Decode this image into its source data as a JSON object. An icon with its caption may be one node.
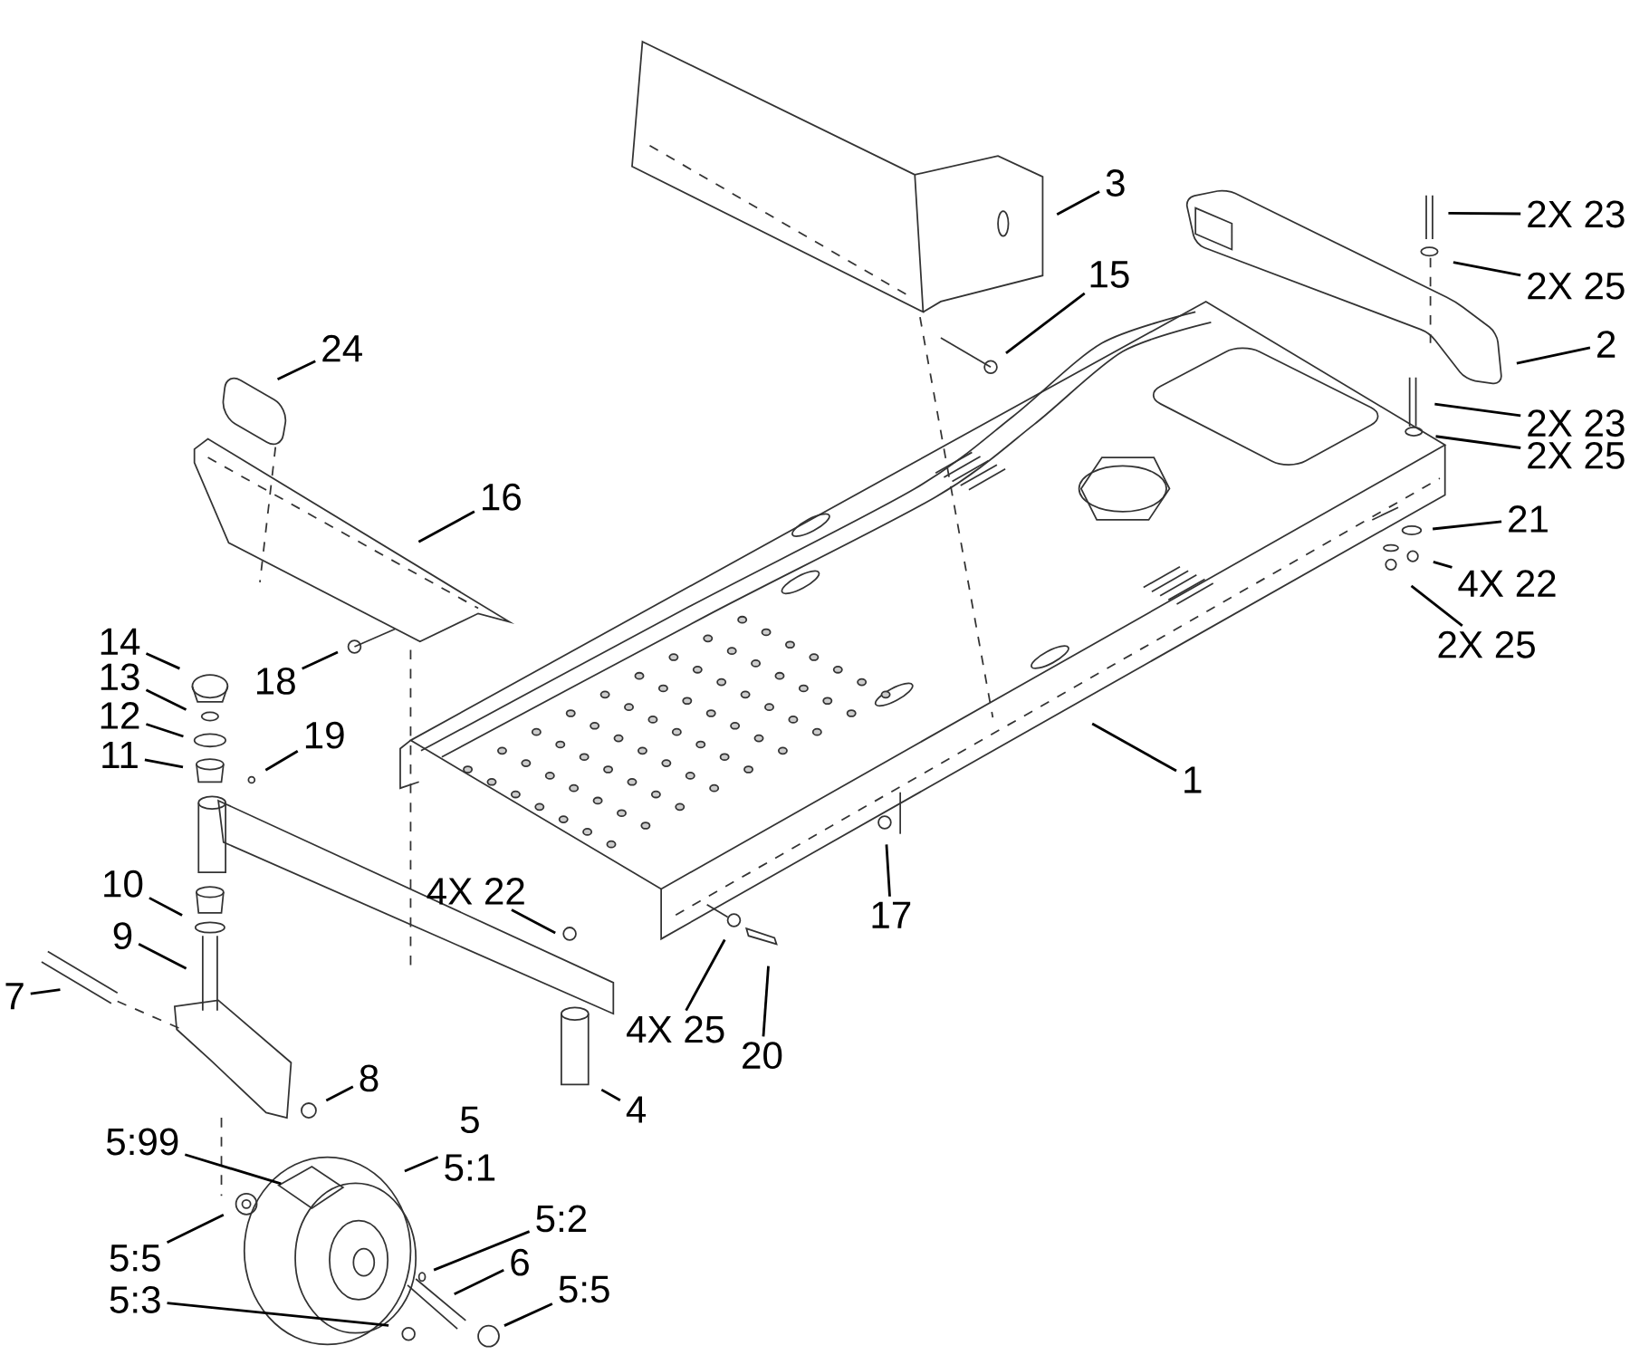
{
  "diagram": {
    "nodes": [
      {
        "text": [
          "3"
        ]
      },
      {
        "text": [
          "2X 23"
        ]
      },
      {
        "text": [
          "15"
        ]
      },
      {
        "text": [
          "2X 25"
        ]
      },
      {
        "text": [
          "2"
        ]
      },
      {
        "text": [
          "24"
        ]
      },
      {
        "text": [
          "2X 23"
        ]
      },
      {
        "text": [
          "2X 25"
        ]
      },
      {
        "text": [
          "16"
        ]
      },
      {
        "text": [
          "21"
        ]
      },
      {
        "text": [
          "4X 22"
        ]
      },
      {
        "text": [
          "2X 25"
        ]
      },
      {
        "text": [
          "14"
        ]
      },
      {
        "text": [
          "13"
        ]
      },
      {
        "text": [
          "18"
        ]
      },
      {
        "text": [
          "12"
        ]
      },
      {
        "text": [
          "19"
        ]
      },
      {
        "text": [
          "11"
        ]
      },
      {
        "text": [
          "1"
        ]
      },
      {
        "text": [
          "10"
        ]
      },
      {
        "text": [
          "4X 22"
        ]
      },
      {
        "text": [
          "17"
        ]
      },
      {
        "text": [
          "9"
        ]
      },
      {
        "text": [
          "7"
        ]
      },
      {
        "text": [
          "4X 25"
        ]
      },
      {
        "text": [
          "20"
        ]
      },
      {
        "text": [
          "8"
        ]
      },
      {
        "text": [
          "4"
        ]
      },
      {
        "text": [
          "5",
          "5:1"
        ]
      },
      {
        "text": [
          "5:99"
        ]
      },
      {
        "text": [
          "5:2"
        ]
      },
      {
        "text": [
          "5:5"
        ]
      },
      {
        "text": [
          "6"
        ]
      },
      {
        "text": [
          "5:3"
        ]
      },
      {
        "text": [
          "5:5"
        ]
      }
    ],
    "edges": [
      {
        "from": 0,
        "to": null,
        "arrow": "none"
      },
      {
        "from": 1,
        "to": null,
        "arrow": "none"
      },
      {
        "from": 2,
        "to": null,
        "arrow": "none"
      },
      {
        "from": 3,
        "to": null,
        "arrow": "none"
      },
      {
        "from": 4,
        "to": null,
        "arrow": "none"
      },
      {
        "from": 5,
        "to": null,
        "arrow": "none"
      },
      {
        "from": 6,
        "to": null,
        "arrow": "none"
      },
      {
        "from": 7,
        "to": null,
        "arrow": "none"
      },
      {
        "from": 8,
        "to": null,
        "arrow": "none"
      },
      {
        "from": 9,
        "to": null,
        "arrow": "none"
      },
      {
        "from": 10,
        "to": null,
        "arrow": "none"
      },
      {
        "from": 11,
        "to": null,
        "arrow": "none"
      },
      {
        "from": 12,
        "to": null,
        "arrow": "none"
      },
      {
        "from": 13,
        "to": null,
        "arrow": "none"
      },
      {
        "from": 14,
        "to": null,
        "arrow": "none"
      },
      {
        "from": 15,
        "to": null,
        "arrow": "none"
      },
      {
        "from": 16,
        "to": null,
        "arrow": "none"
      },
      {
        "from": 17,
        "to": null,
        "arrow": "none"
      },
      {
        "from": 18,
        "to": null,
        "arrow": "none"
      },
      {
        "from": 19,
        "to": null,
        "arrow": "none"
      },
      {
        "from": 20,
        "to": null,
        "arrow": "none"
      },
      {
        "from": 21,
        "to": null,
        "arrow": "none"
      },
      {
        "from": 22,
        "to": null,
        "arrow": "none"
      },
      {
        "from": 23,
        "to": null,
        "arrow": "none"
      },
      {
        "from": 24,
        "to": null,
        "arrow": "none"
      },
      {
        "from": 25,
        "to": null,
        "arrow": "none"
      },
      {
        "from": 26,
        "to": null,
        "arrow": "none"
      },
      {
        "from": 27,
        "to": null,
        "arrow": "none"
      },
      {
        "from": 28,
        "to": null,
        "arrow": "none"
      },
      {
        "from": 29,
        "to": null,
        "arrow": "none"
      },
      {
        "from": 30,
        "to": null,
        "arrow": "none"
      },
      {
        "from": 31,
        "to": null,
        "arrow": "none"
      },
      {
        "from": 32,
        "to": null,
        "arrow": "none"
      },
      {
        "from": 33,
        "to": null,
        "arrow": "none"
      },
      {
        "from": 34,
        "to": null,
        "arrow": "none"
      }
    ]
  }
}
